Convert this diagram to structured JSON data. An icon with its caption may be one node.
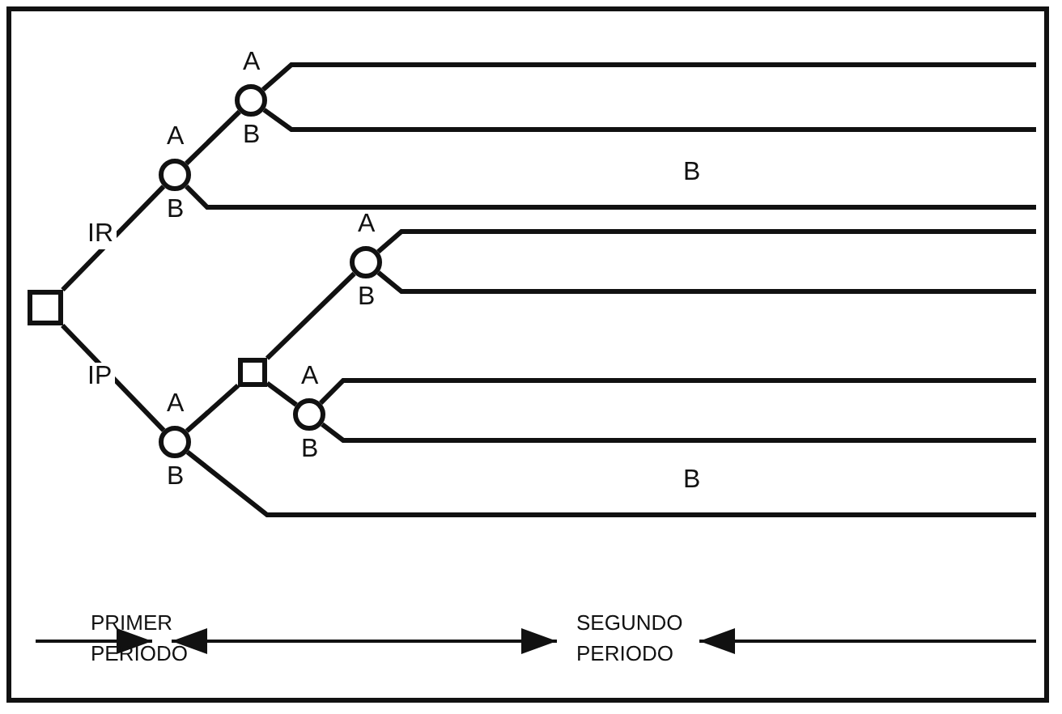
{
  "diagram": {
    "nodes": [
      {
        "text": [],
        "shape": "box"
      },
      {
        "text": [],
        "shape": "circle",
        "beside": [
          "A",
          "B"
        ]
      },
      {
        "text": [],
        "shape": "circle",
        "beside": [
          "A",
          "B"
        ]
      },
      {
        "text": [],
        "shape": "circle",
        "beside": [
          "A",
          "B"
        ]
      },
      {
        "text": [],
        "shape": "box"
      },
      {
        "text": [],
        "shape": "circle",
        "beside": [
          "A",
          "B"
        ]
      },
      {
        "text": [],
        "shape": "circle",
        "beside": [
          "A",
          "B"
        ]
      }
    ],
    "edges": [
      {
        "from": 0,
        "to": 1,
        "arrow": "none",
        "label": "IR"
      },
      {
        "from": 0,
        "to": 3,
        "arrow": "none",
        "label": "IP"
      },
      {
        "from": 1,
        "to": 2,
        "arrow": "none"
      },
      {
        "from": 1,
        "to": null,
        "arrow": "none",
        "label": "B"
      },
      {
        "from": 2,
        "to": null,
        "arrow": "none"
      },
      {
        "from": 2,
        "to": null,
        "arrow": "none"
      },
      {
        "from": 3,
        "to": 4,
        "arrow": "none"
      },
      {
        "from": 3,
        "to": null,
        "arrow": "none",
        "label": "B"
      },
      {
        "from": 4,
        "to": 5,
        "arrow": "none"
      },
      {
        "from": 4,
        "to": 6,
        "arrow": "none"
      },
      {
        "from": 5,
        "to": null,
        "arrow": "none"
      },
      {
        "from": 5,
        "to": null,
        "arrow": "none"
      },
      {
        "from": 6,
        "to": null,
        "arrow": "none"
      },
      {
        "from": 6,
        "to": null,
        "arrow": "none"
      }
    ],
    "labels": [
      "PRIMER PERIODO",
      "SEGUNDO PERIODO"
    ]
  }
}
